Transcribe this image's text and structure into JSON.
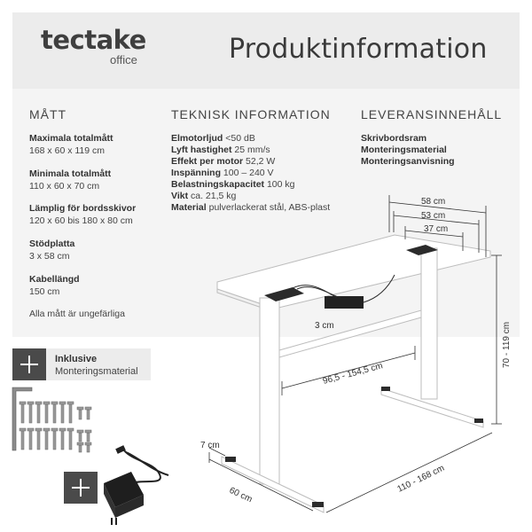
{
  "brand": {
    "name": "tectake",
    "sub": "office"
  },
  "title": "Produktinformation",
  "sections": {
    "dimensions": {
      "heading": "MÅTT",
      "items": [
        {
          "label": "Maximala totalmått",
          "value": "168 x 60 x 119 cm"
        },
        {
          "label": "Minimala totalmått",
          "value": "110 x 60 x 70 cm"
        },
        {
          "label": "Lämplig för bordsskivor",
          "value": "120 x 60 bis 180 x 80 cm"
        },
        {
          "label": "Stödplatta",
          "value": "3 x 58 cm"
        },
        {
          "label": "Kabellängd",
          "value": "150 cm"
        }
      ],
      "note": "Alla mått är ungefärliga"
    },
    "technical": {
      "heading": "TEKNISK INFORMATION",
      "items": [
        {
          "label": "Elmotorljud",
          "value": "<50 dB"
        },
        {
          "label": "Lyft hastighet",
          "value": "25 mm/s"
        },
        {
          "label": "Effekt per motor",
          "value": "52,2 W"
        },
        {
          "label": "Inspänning",
          "value": "100 – 240 V"
        },
        {
          "label": "Belastningskapacitet",
          "value": "100 kg"
        },
        {
          "label": "Vikt",
          "value": "ca. 21,5 kg"
        },
        {
          "label": "Material",
          "value": "pulverlackerat stål, ABS-plast"
        }
      ]
    },
    "delivery": {
      "heading": "LEVERANSINNEHÅLL",
      "items": [
        "Skrivbordsram",
        "Monteringsmaterial",
        "Monteringsanvisning"
      ]
    }
  },
  "inclusive": {
    "title": "Inklusive",
    "subtitle": "Monteringsmaterial"
  },
  "diagram": {
    "w_58": "58 cm",
    "w_53": "53 cm",
    "w_37": "37 cm",
    "w_3": "3 cm",
    "inner": "96,5 - 154,5 cm",
    "height": "70 - 119 cm",
    "foot": "7 cm",
    "depth": "60 cm",
    "length": "110 - 168 cm"
  }
}
